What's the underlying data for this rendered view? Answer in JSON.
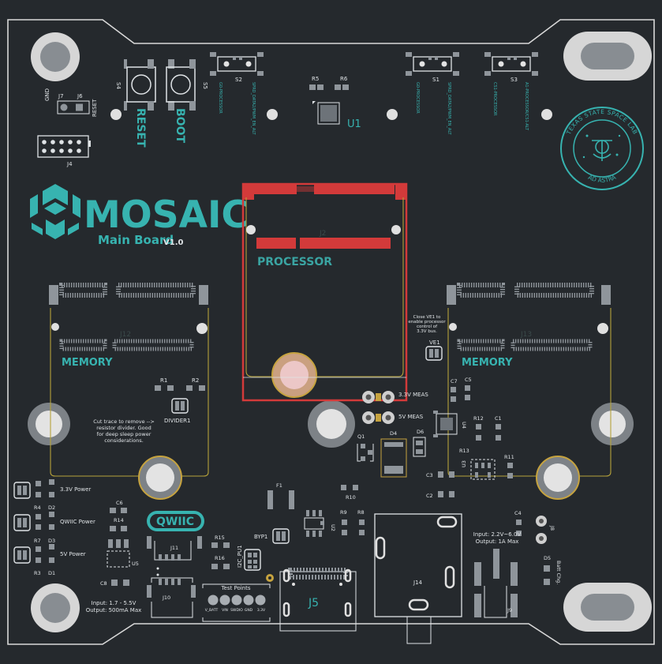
{
  "brand": {
    "name": "MOSAIC",
    "subtitle": "Main Board",
    "version": "V1.0",
    "color": "#37b3b0"
  },
  "lab_seal": {
    "outer_top": "TEXAS STATE SPACE LAB",
    "outer_bottom": "AD ASTRA"
  },
  "buttons": {
    "reset_label": "RESET",
    "boot_label": "BOOT",
    "s4": "S4",
    "s5": "S5"
  },
  "headers": {
    "gnd": "GND",
    "j7": "J7",
    "j6": "J6",
    "reset": "RESET",
    "j4": "J4"
  },
  "switches": {
    "s2": "S2",
    "s2_left": "G0-PROCESSOR",
    "s2_right": "SPRD_DATA2/PWM_EN_ALT",
    "s1": "S1",
    "s1_left": "G0-PROCESSOR",
    "s1_right": "SPRD_DATA2/PWM_EN_ALT",
    "s3": "S3",
    "s3_left": "CS1-PROCESSOR",
    "s3_right": "A1-PROCESSOR/CS1-ALT"
  },
  "u1": {
    "label": "U1",
    "r5": "R5",
    "r6": "R6"
  },
  "slots": {
    "processor": "PROCESSOR",
    "j2": "J2",
    "memory_left": "MEMORY",
    "j12": "J12",
    "memory_right": "MEMORY",
    "j13": "J13"
  },
  "notes": {
    "ve1_note_1": "Close VE1 to",
    "ve1_note_2": "enable processor",
    "ve1_note_3": "control of",
    "ve1_note_4": "3.3V bus.",
    "ve1": "VE1",
    "meas_33": "3.3V MEAS",
    "meas_5": "5V MEAS",
    "divider_1": "Cut trace to remove -->",
    "divider_2": "resistor divider. Good",
    "divider_3": "for deep sleep power",
    "divider_4": "considerations.",
    "divider1": "DIVIDER1"
  },
  "power_leds": {
    "p33": "3.3V Power",
    "qwiic": "QWIIC Power",
    "p5": "5V Power",
    "r4": "R4",
    "d2": "D2",
    "r7": "R7",
    "d3": "D3",
    "r3": "R3",
    "d1": "D1"
  },
  "refs": {
    "r1": "R1",
    "r2": "R2",
    "c7": "C7",
    "c5": "C5",
    "r12": "R12",
    "c1": "C1",
    "u4": "U4",
    "r13": "R13",
    "u3": "U3",
    "r11": "R11",
    "c3": "C3",
    "c2": "C2",
    "q1": "Q1",
    "d4": "D4",
    "d6": "D6",
    "f1": "F1",
    "r10": "R10",
    "r9": "R9",
    "r8": "R8",
    "u2": "U2",
    "c6": "C6",
    "r14": "R14",
    "u5": "U5",
    "c8": "C8",
    "j11": "J11",
    "j10": "J10",
    "r15": "R15",
    "r16": "R16",
    "i2c_pu1": "I2C_PU1",
    "byp1": "BYP1",
    "j5": "J5",
    "j14": "J14",
    "c4": "C4",
    "j8": "J8",
    "d5": "D5",
    "batt_chg": "Batt Chg.",
    "j9": "J9"
  },
  "qwiic_logo": "QWIIC",
  "test_points": {
    "title": "Test Points",
    "labels": [
      "V_BATT",
      "VIN",
      "SWDIO",
      "GND",
      "3.3V"
    ]
  },
  "specs": {
    "left_1": "Input: 1.7 - 5.5V",
    "left_2": "Output: 500mA Max",
    "right_1": "Input: 2.2V~6.0V",
    "right_2": "Output: 1A Max"
  }
}
